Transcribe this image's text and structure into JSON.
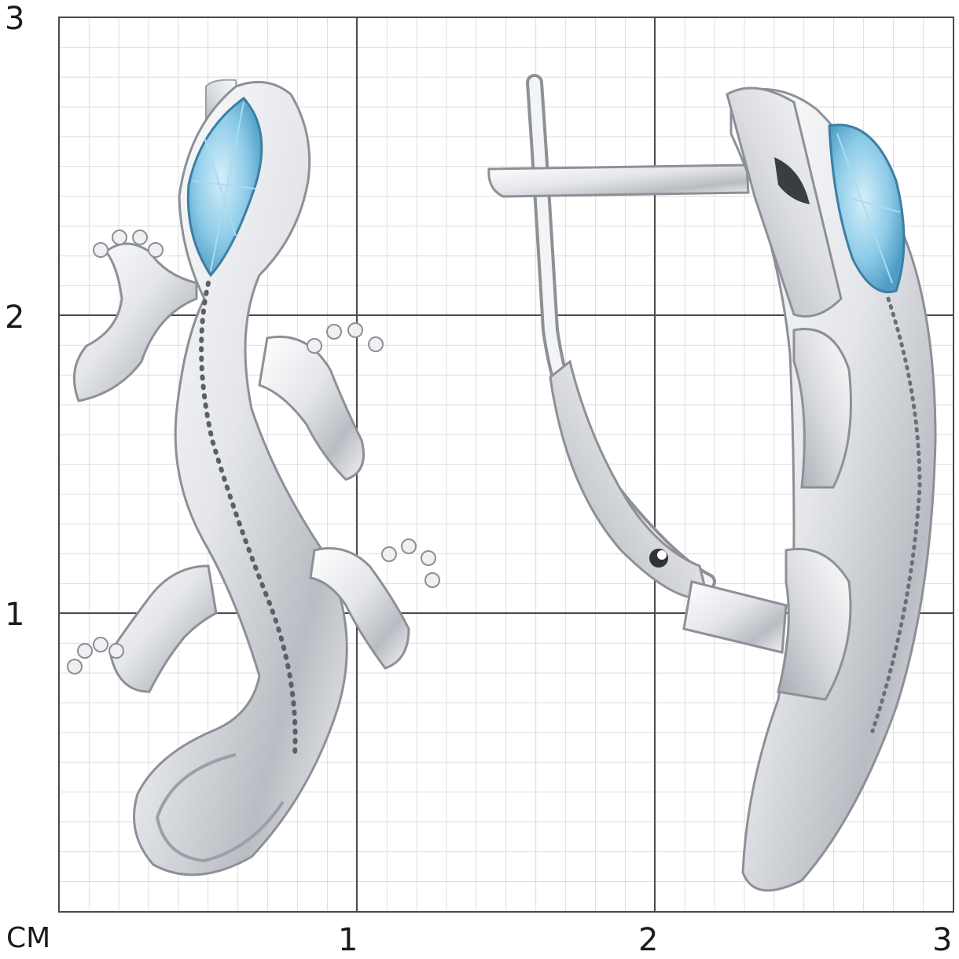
{
  "scale_grid": {
    "unit_label": "СМ",
    "x_axis_labels": [
      "1",
      "2",
      "3"
    ],
    "y_axis_labels": [
      "1",
      "2",
      "3"
    ],
    "minor_divisions_per_unit": 10
  },
  "products": [
    {
      "view": "front",
      "subject": "lizard-earring",
      "stone_color": "#7fc4e3"
    },
    {
      "view": "side",
      "subject": "lizard-earring-with-lever-back-hook",
      "stone_color": "#7fc4e3"
    }
  ],
  "colors": {
    "grid_minor": "#c9c9c9",
    "grid_major": "#4a4a4a",
    "metal": "#e6e7ea",
    "metal_shadow": "#8d9096",
    "stone": "#7fc4e3"
  }
}
